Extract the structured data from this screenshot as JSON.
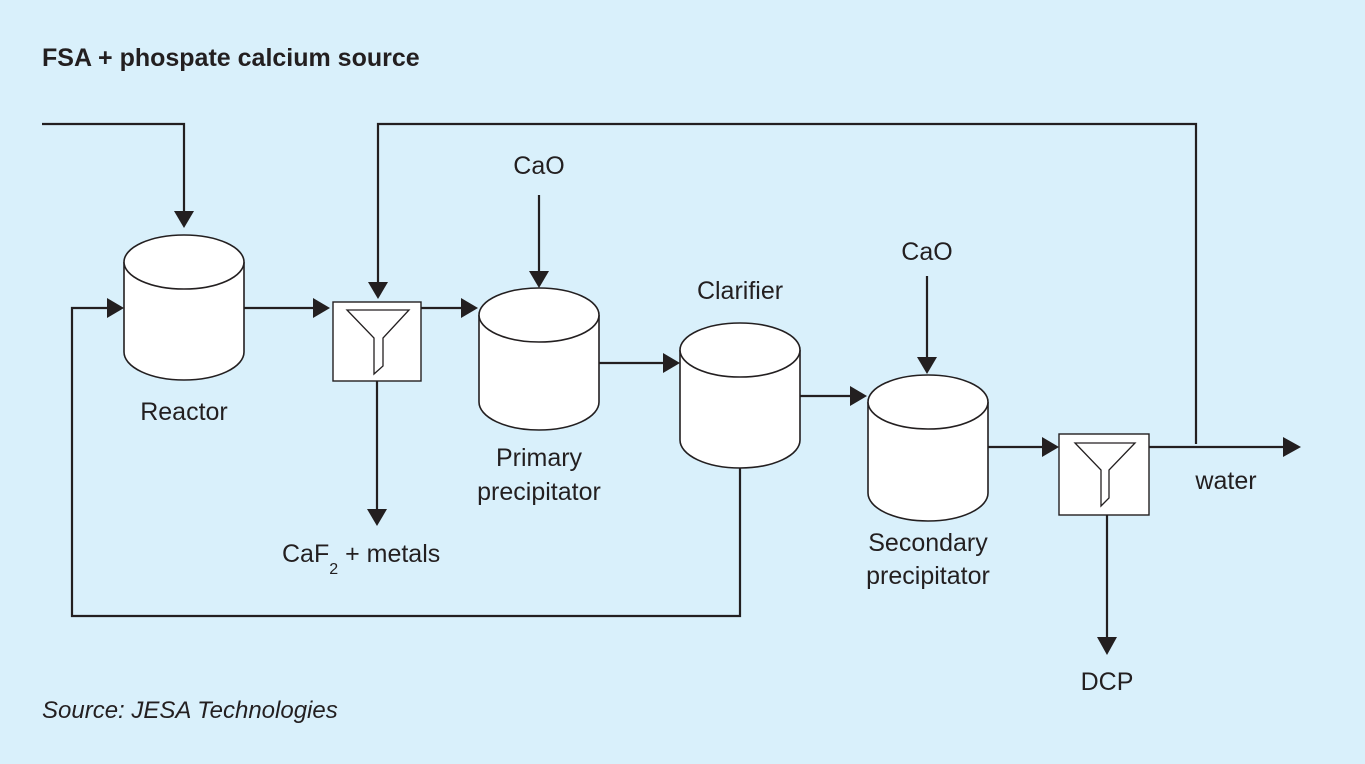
{
  "title": "FSA + phospate calcium source",
  "source": "Source: JESA Technologies",
  "units": {
    "reactor": {
      "label": "Reactor",
      "icon": "vessel-icon"
    },
    "filter_1": {
      "label": "",
      "icon": "funnel-filter-icon"
    },
    "primary_precipitator": {
      "label_lines": [
        "Primary",
        "precipitator"
      ],
      "icon": "vessel-icon"
    },
    "clarifier": {
      "label": "Clarifier",
      "icon": "vessel-icon"
    },
    "secondary_precipitator": {
      "label_lines": [
        "Secondary",
        "precipitator"
      ],
      "icon": "vessel-icon"
    },
    "filter_2": {
      "label": "",
      "icon": "funnel-filter-icon"
    }
  },
  "streams": {
    "cao_primary": "CaO",
    "cao_secondary": "CaO",
    "caf2_main": "CaF",
    "caf2_sub": "2",
    "caf2_rest": " + metals",
    "water": "water",
    "dcp": "DCP"
  },
  "colors": {
    "background": "#d9f0fb",
    "ink": "#231f20",
    "vessel_fill": "#ffffff"
  }
}
